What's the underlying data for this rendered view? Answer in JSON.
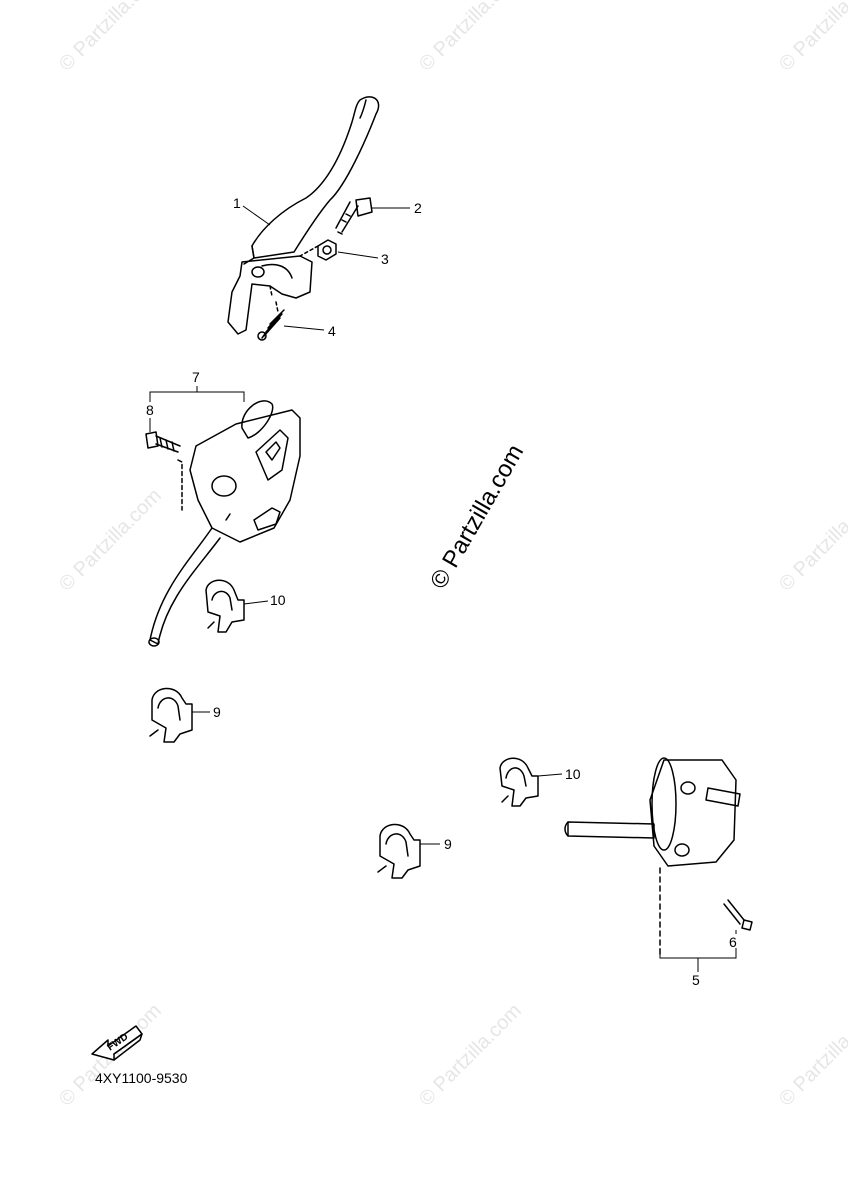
{
  "watermark": {
    "small_text": "© Partzilla.com",
    "large_text": "© Partzilla.com"
  },
  "callouts": {
    "c1": "1",
    "c2": "2",
    "c3": "3",
    "c4": "4",
    "c5": "5",
    "c6": "6",
    "c7": "7",
    "c8": "8",
    "c9a": "9",
    "c9b": "9",
    "c10a": "10",
    "c10b": "10"
  },
  "direction_label": "FWD",
  "diagram_code": "4XY1100-9530"
}
